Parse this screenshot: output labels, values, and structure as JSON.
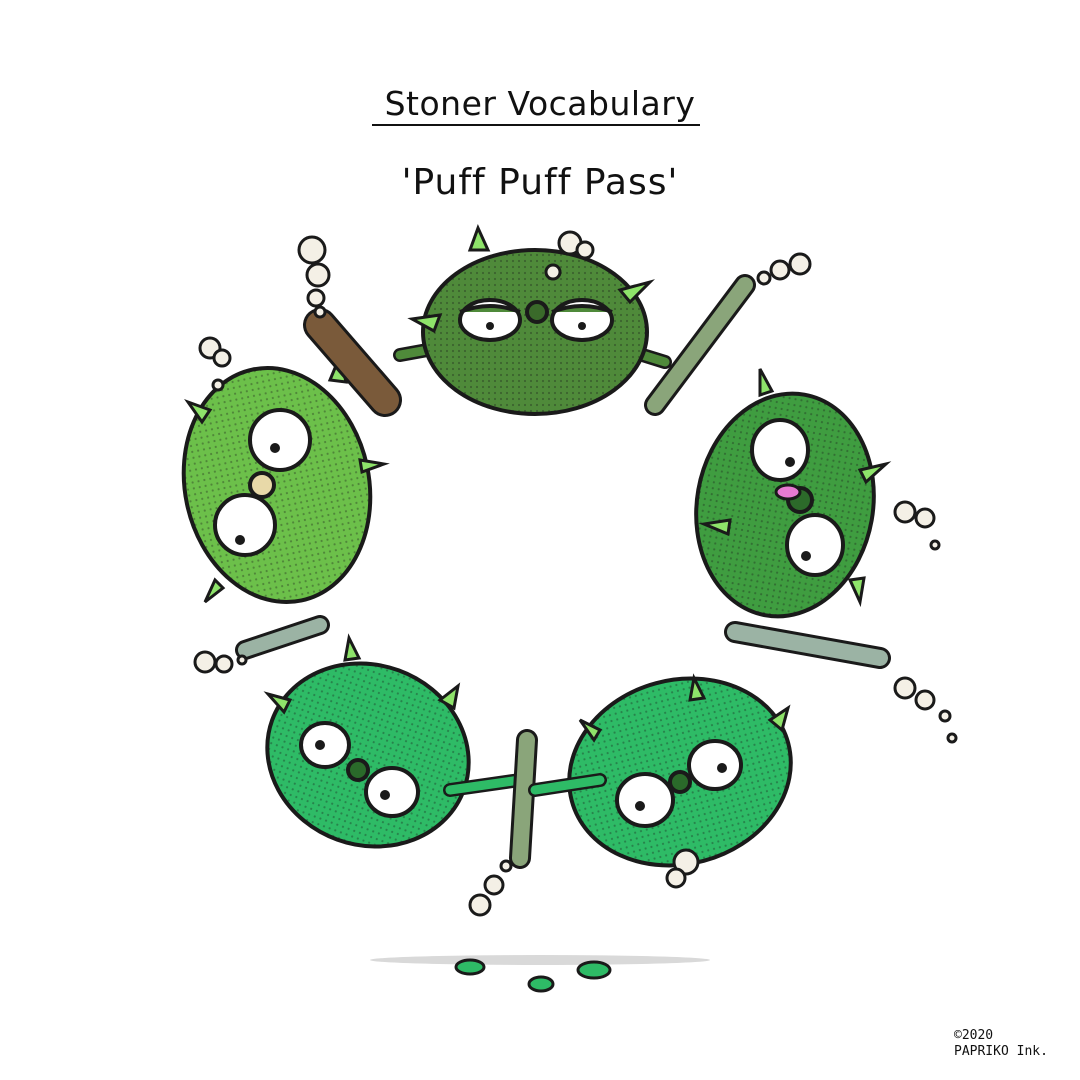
{
  "header": {
    "title": "Stoner Vocabulary",
    "subtitle": "'Puff Puff Pass'"
  },
  "footer": {
    "copyright_year": "©2020",
    "studio": "PAPRIKO Ink."
  },
  "palette": {
    "outline": "#1a1a1a",
    "bud_dark": "#4f8a3a",
    "bud_mid": "#3f9d40",
    "bud_light": "#6cc04a",
    "bud_teal": "#2ebb66",
    "leaf_tip": "#8ee36a",
    "joint_paper": "#9bb3a4",
    "joint_brown": "#7a5a3a",
    "smoke": "#f4f0e6",
    "tongue": "#e77ad2"
  }
}
